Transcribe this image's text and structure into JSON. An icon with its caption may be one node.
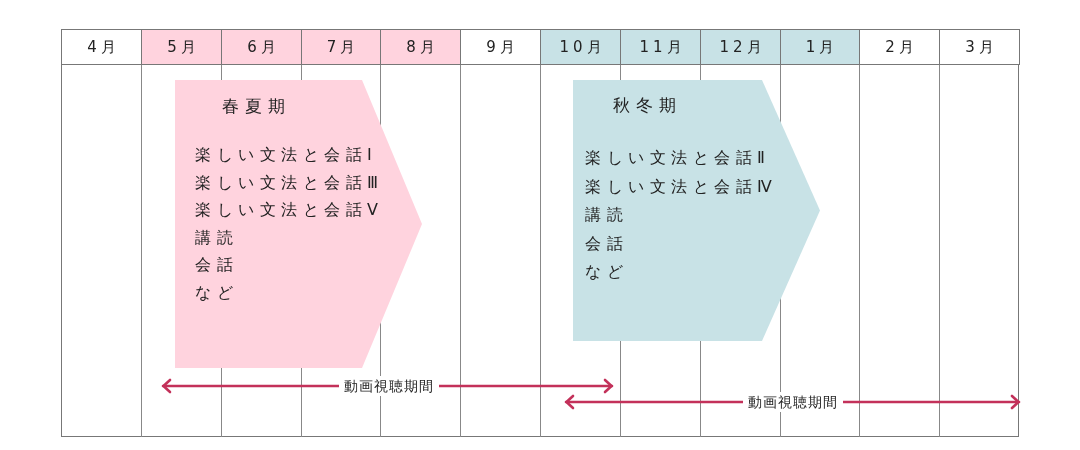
{
  "diagram": {
    "nodes": [
      {
        "text": [
          "春夏期",
          "楽しい文法と会話Ⅰ",
          "楽しい文法と会話Ⅲ",
          "楽しい文法と会話Ⅴ",
          "講読",
          "会話",
          "など"
        ]
      },
      {
        "text": [
          "秋冬期",
          "楽しい文法と会話Ⅱ",
          "楽しい文法と会話Ⅳ",
          "講読",
          "会話",
          "など"
        ]
      }
    ],
    "labels": [
      "4月",
      "5月",
      "6月",
      "7月",
      "8月",
      "9月",
      "10月",
      "11月",
      "12月",
      "1月",
      "2月",
      "3月",
      "動画視聴期間",
      "動画視聴期間"
    ]
  }
}
